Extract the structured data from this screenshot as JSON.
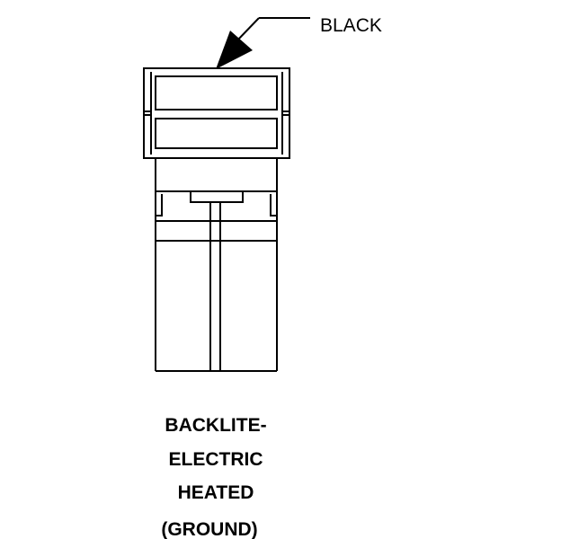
{
  "callout": {
    "label": "BLACK"
  },
  "caption": {
    "lines": [
      "BACKLITE-",
      "ELECTRIC",
      "HEATED",
      "(GROUND)"
    ]
  },
  "colors": {
    "stroke": "#000000",
    "background": "#ffffff"
  }
}
